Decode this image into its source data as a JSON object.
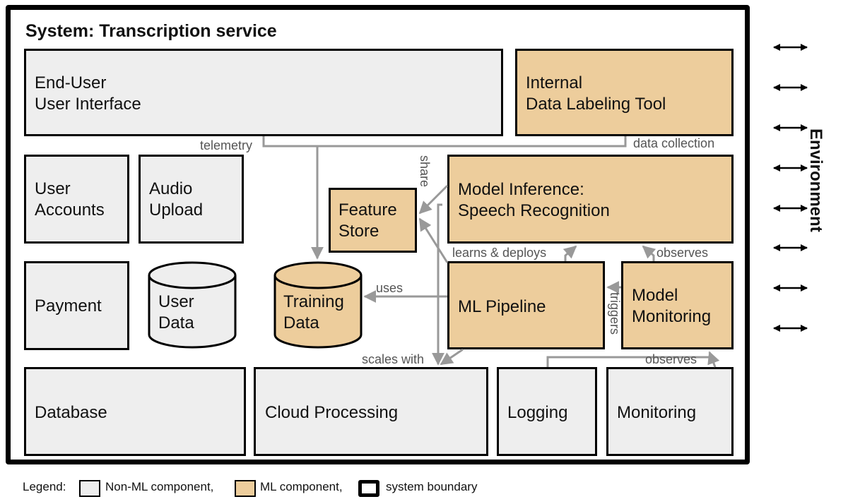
{
  "system_title": "System: Transcription service",
  "environment_label": "Environment",
  "components": {
    "end_user_ui": "End-User\nUser Interface",
    "labeling_tool": "Internal\nData Labeling Tool",
    "user_accounts": "User\nAccounts",
    "audio_upload": "Audio\nUpload",
    "feature_store": "Feature\nStore",
    "model_inference": "Model Inference:\nSpeech Recognition",
    "payment": "Payment",
    "user_data": "User\nData",
    "training_data": "Training\nData",
    "ml_pipeline": "ML Pipeline",
    "model_monitoring": "Model\nMonitoring",
    "database": "Database",
    "cloud_processing": "Cloud Processing",
    "logging": "Logging",
    "monitoring": "Monitoring"
  },
  "edges": {
    "telemetry": "telemetry",
    "data_collection": "data collection",
    "share": "share",
    "learns_deploys": "learns & deploys",
    "observes_top": "observes",
    "uses": "uses",
    "triggers": "triggers",
    "scales_with": "scales with",
    "observes_bottom": "observes"
  },
  "legend": {
    "prefix": "Legend:",
    "non_ml": "Non-ML component,",
    "ml": "ML component,",
    "boundary": "system boundary"
  },
  "colors": {
    "non_ml": "#eeeeee",
    "ml": "#edcd9c",
    "arrow": "#999999",
    "boundary": "#000000"
  }
}
